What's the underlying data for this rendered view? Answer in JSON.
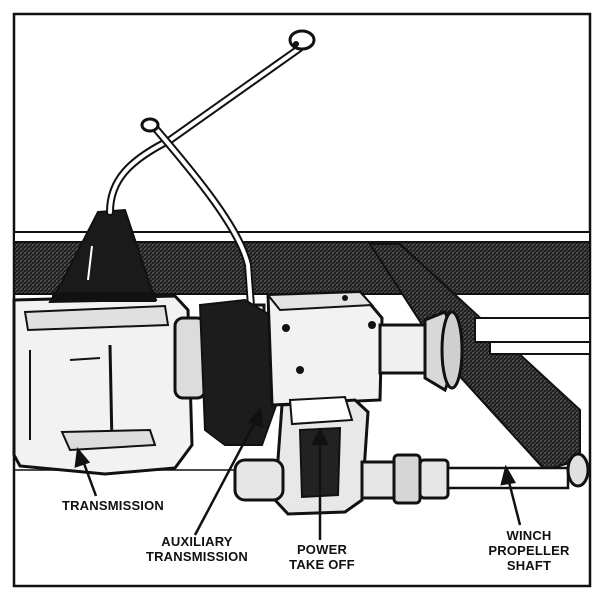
{
  "labels": {
    "transmission": "TRANSMISSION",
    "auxiliary_transmission": [
      "AUXILIARY",
      "TRANSMISSION"
    ],
    "power_take_off": [
      "POWER",
      "TAKE OFF"
    ],
    "winch_propeller_shaft": [
      "WINCH",
      "PROPELLER",
      "SHAFT"
    ]
  },
  "colors": {
    "ink": "#111111",
    "paper": "#ffffff",
    "frame_hatch": "#2a2a2a",
    "metal_light": "#f2f2f2",
    "metal_mid": "#cfcfcf"
  }
}
